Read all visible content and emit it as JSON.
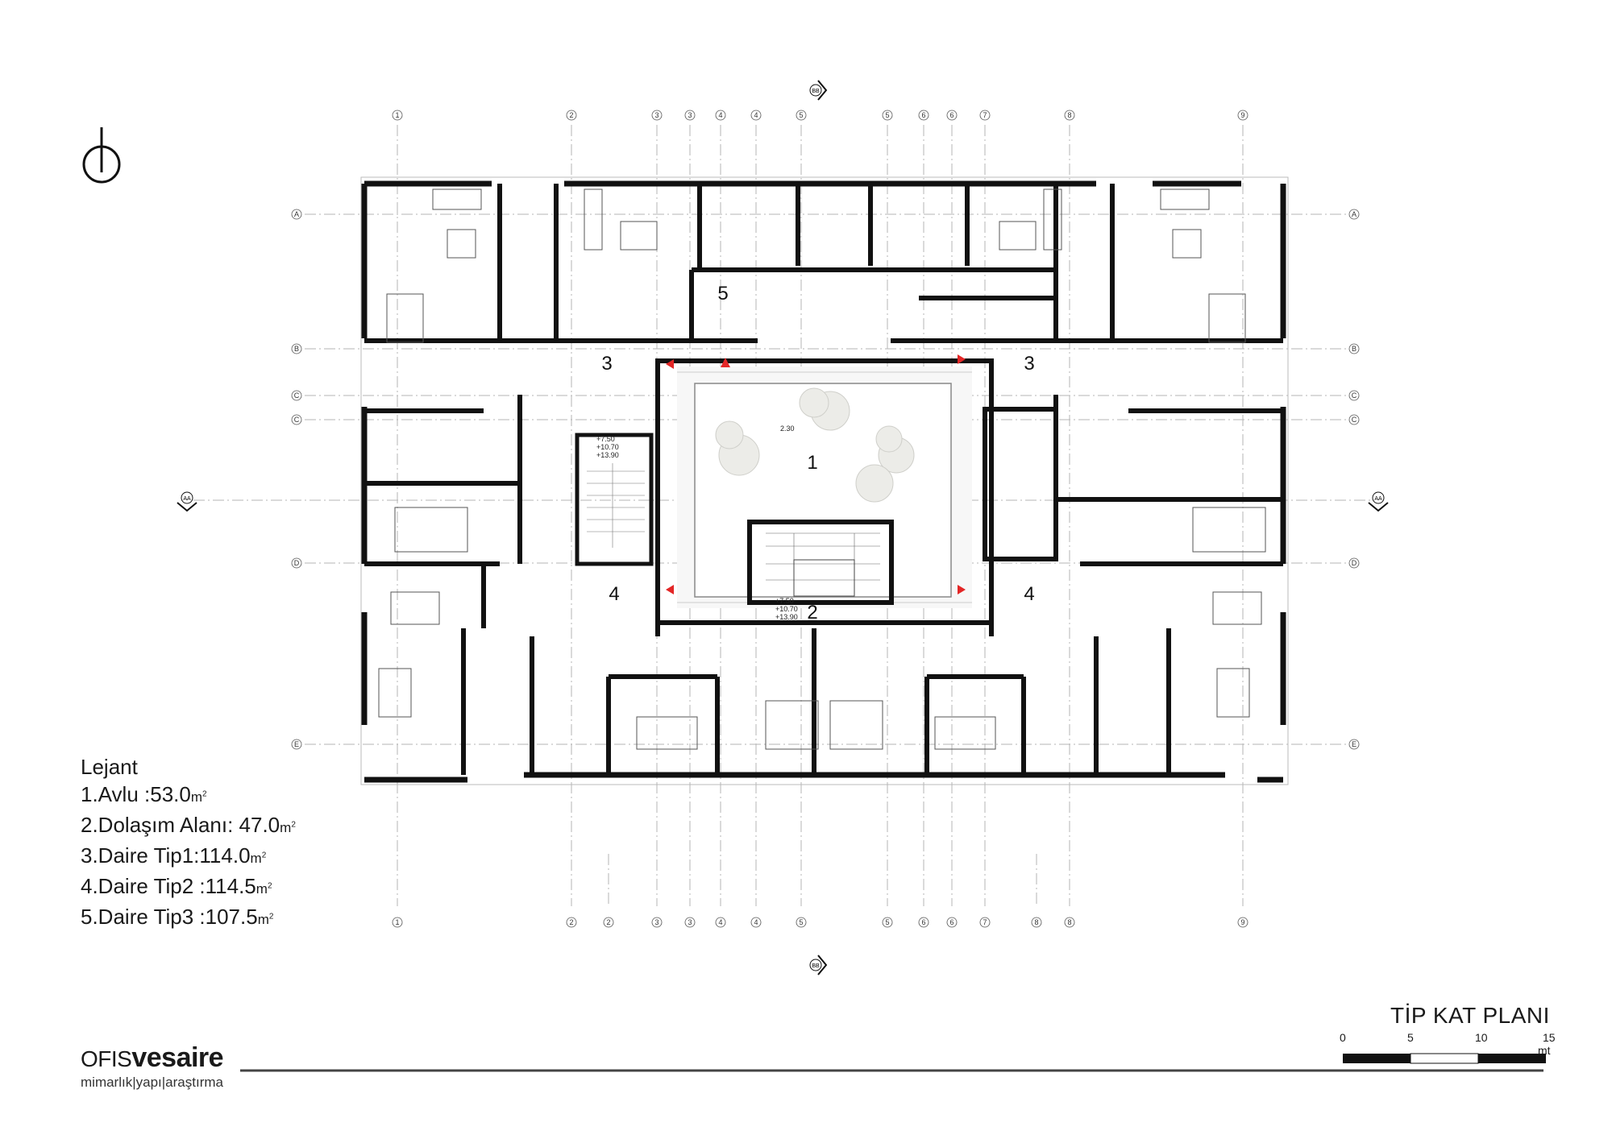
{
  "grid_columns_top": [
    "1",
    "2",
    "3",
    "3",
    "4",
    "4",
    "5",
    "5",
    "6",
    "6",
    "7",
    "8",
    "9"
  ],
  "grid_columns_bottom": [
    "1",
    "2",
    "2",
    "3",
    "3",
    "4",
    "4",
    "5",
    "5",
    "6",
    "6",
    "7",
    "8",
    "8",
    "9"
  ],
  "grid_rows_left": [
    "A",
    "B",
    "C",
    "C",
    "D",
    "E"
  ],
  "grid_rows_right": [
    "A",
    "B",
    "C",
    "C",
    "D",
    "E"
  ],
  "section_marks": {
    "top": "BB",
    "bottom": "BB",
    "left": "AA",
    "right": "AA"
  },
  "space_labels": {
    "unit5": "5",
    "unit3_left": "3",
    "unit3_right": "3",
    "courtyard": "1",
    "circulation": "2",
    "unit4_left": "4",
    "unit4_right": "4"
  },
  "levels": {
    "courtyard": "2.30",
    "stair_left": [
      "+7.50",
      "+10.70",
      "+13.90"
    ],
    "stair_center": [
      "+7.50",
      "+10.70",
      "+13.90"
    ]
  },
  "legend": {
    "title": "Lejant",
    "items": [
      {
        "text": "1.Avlu :53.0",
        "unit": "m",
        "sup": "2"
      },
      {
        "text": "2.Dolaşım Alanı: 47.0",
        "unit": "m",
        "sup": "2"
      },
      {
        "text": "3.Daire Tip1:114.0",
        "unit": "m",
        "sup": "2"
      },
      {
        "text": "4.Daire Tip2 :114.5",
        "unit": "m",
        "sup": "2"
      },
      {
        "text": "5.Daire Tip3 :107.5",
        "unit": "m",
        "sup": "2"
      }
    ]
  },
  "sheet_title": "TİP KAT PLANI",
  "scale_bar": {
    "ticks": [
      "0",
      "5",
      "10",
      "15"
    ],
    "unit": "mt"
  },
  "logo": {
    "ofis": "OFIS",
    "vesaire": "vesaire",
    "subtitle": "mimarlık|yapı|araştırma"
  },
  "colors": {
    "wall": "#111111",
    "arrow": "#e32626",
    "grid": "#9a9a9a",
    "tree": "#e8e8e4"
  }
}
